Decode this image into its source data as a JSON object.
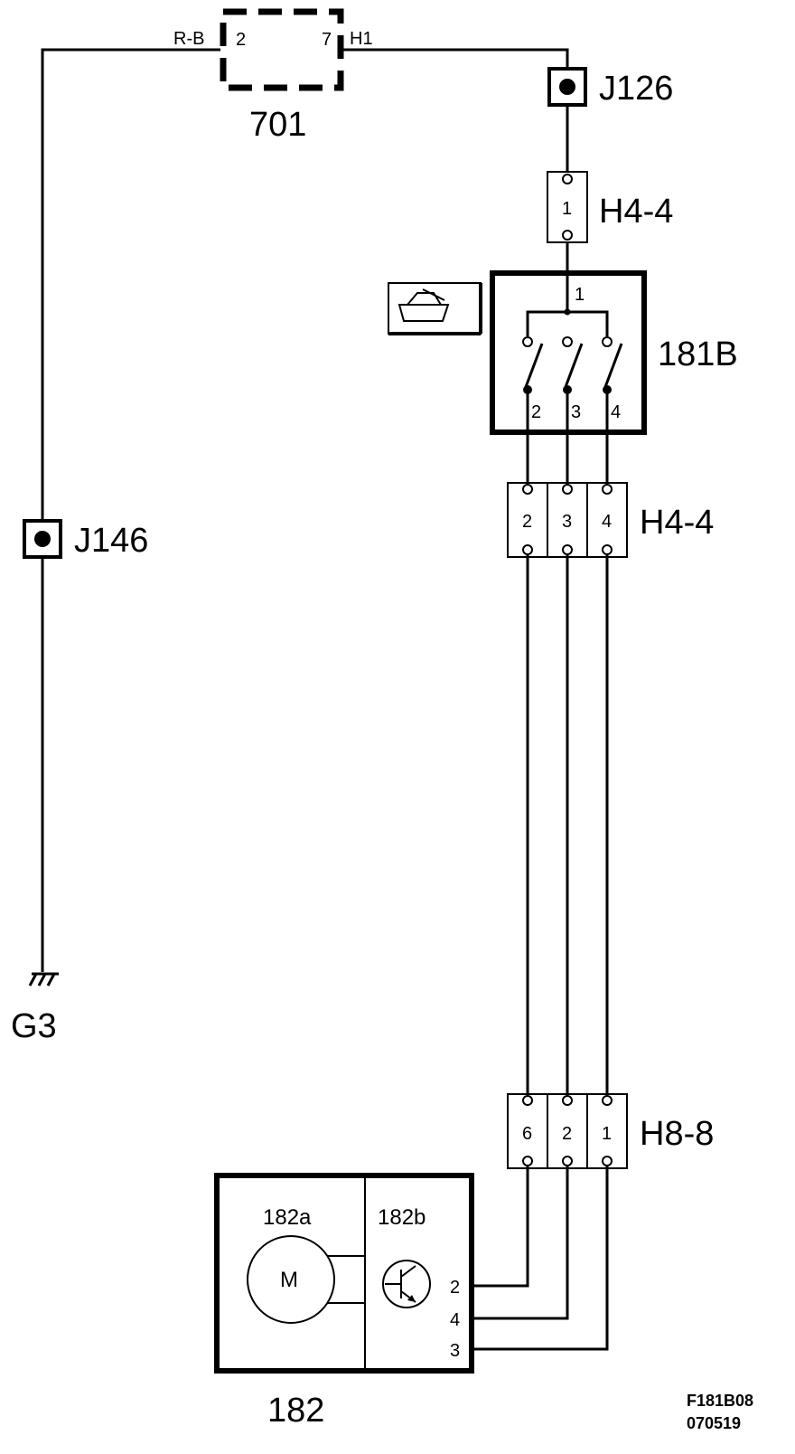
{
  "fuse_box": {
    "label": "701",
    "pin_left": "2",
    "pin_right": "7",
    "wire_left": "R-B",
    "wire_right": "H1"
  },
  "junctions": {
    "top": "J126",
    "left": "J146"
  },
  "ground": {
    "label": "G3"
  },
  "connector_top": {
    "label": "H4-4",
    "pin": "1"
  },
  "switch": {
    "label": "181B",
    "pin_in": "1",
    "pins_out": [
      "2",
      "3",
      "4"
    ]
  },
  "connector_mid": {
    "label": "H4-4",
    "pins": [
      "2",
      "3",
      "4"
    ]
  },
  "connector_low": {
    "label": "H8-8",
    "pins": [
      "6",
      "2",
      "1"
    ]
  },
  "pump_unit": {
    "label": "182",
    "motor": {
      "label": "182a",
      "symbol": "M"
    },
    "sensor": {
      "label": "182b"
    },
    "pins": [
      "2",
      "4",
      "3"
    ]
  },
  "drawing_code": {
    "line1": "F181B08",
    "line2": "070519"
  },
  "icons": {
    "switch_icon": "boat-hull-icon"
  }
}
